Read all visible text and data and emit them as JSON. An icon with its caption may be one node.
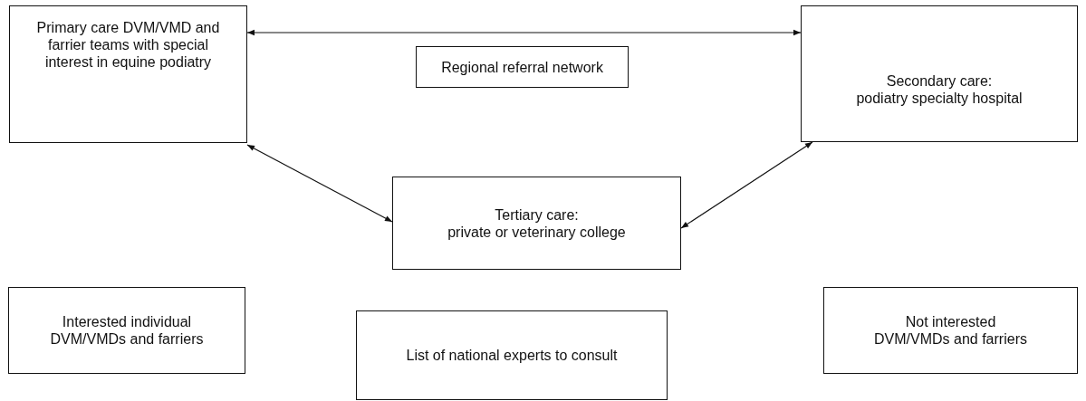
{
  "diagram": {
    "nodes": [
      {
        "text": [
          "Primary care DVM/VMD and farrier teams with special interest in equine podiatry"
        ]
      },
      {
        "text": [
          "Regional referral network"
        ]
      },
      {
        "text": [
          "Secondary care:",
          "podiatry specialty hospital"
        ]
      },
      {
        "text": [
          "Tertiary care:",
          "private or veterinary college"
        ]
      },
      {
        "text": [
          "Interested individual DVM/VMDs and farriers"
        ]
      },
      {
        "text": [
          "Not interested DVM/VMDs and farriers"
        ]
      },
      {
        "text": [
          "List of national experts to consult"
        ]
      }
    ],
    "edges": [
      {
        "from": 0,
        "to": 2,
        "arrow": "both"
      },
      {
        "from": 0,
        "to": 3,
        "arrow": "both"
      },
      {
        "from": 2,
        "to": 3,
        "arrow": "both"
      }
    ]
  }
}
